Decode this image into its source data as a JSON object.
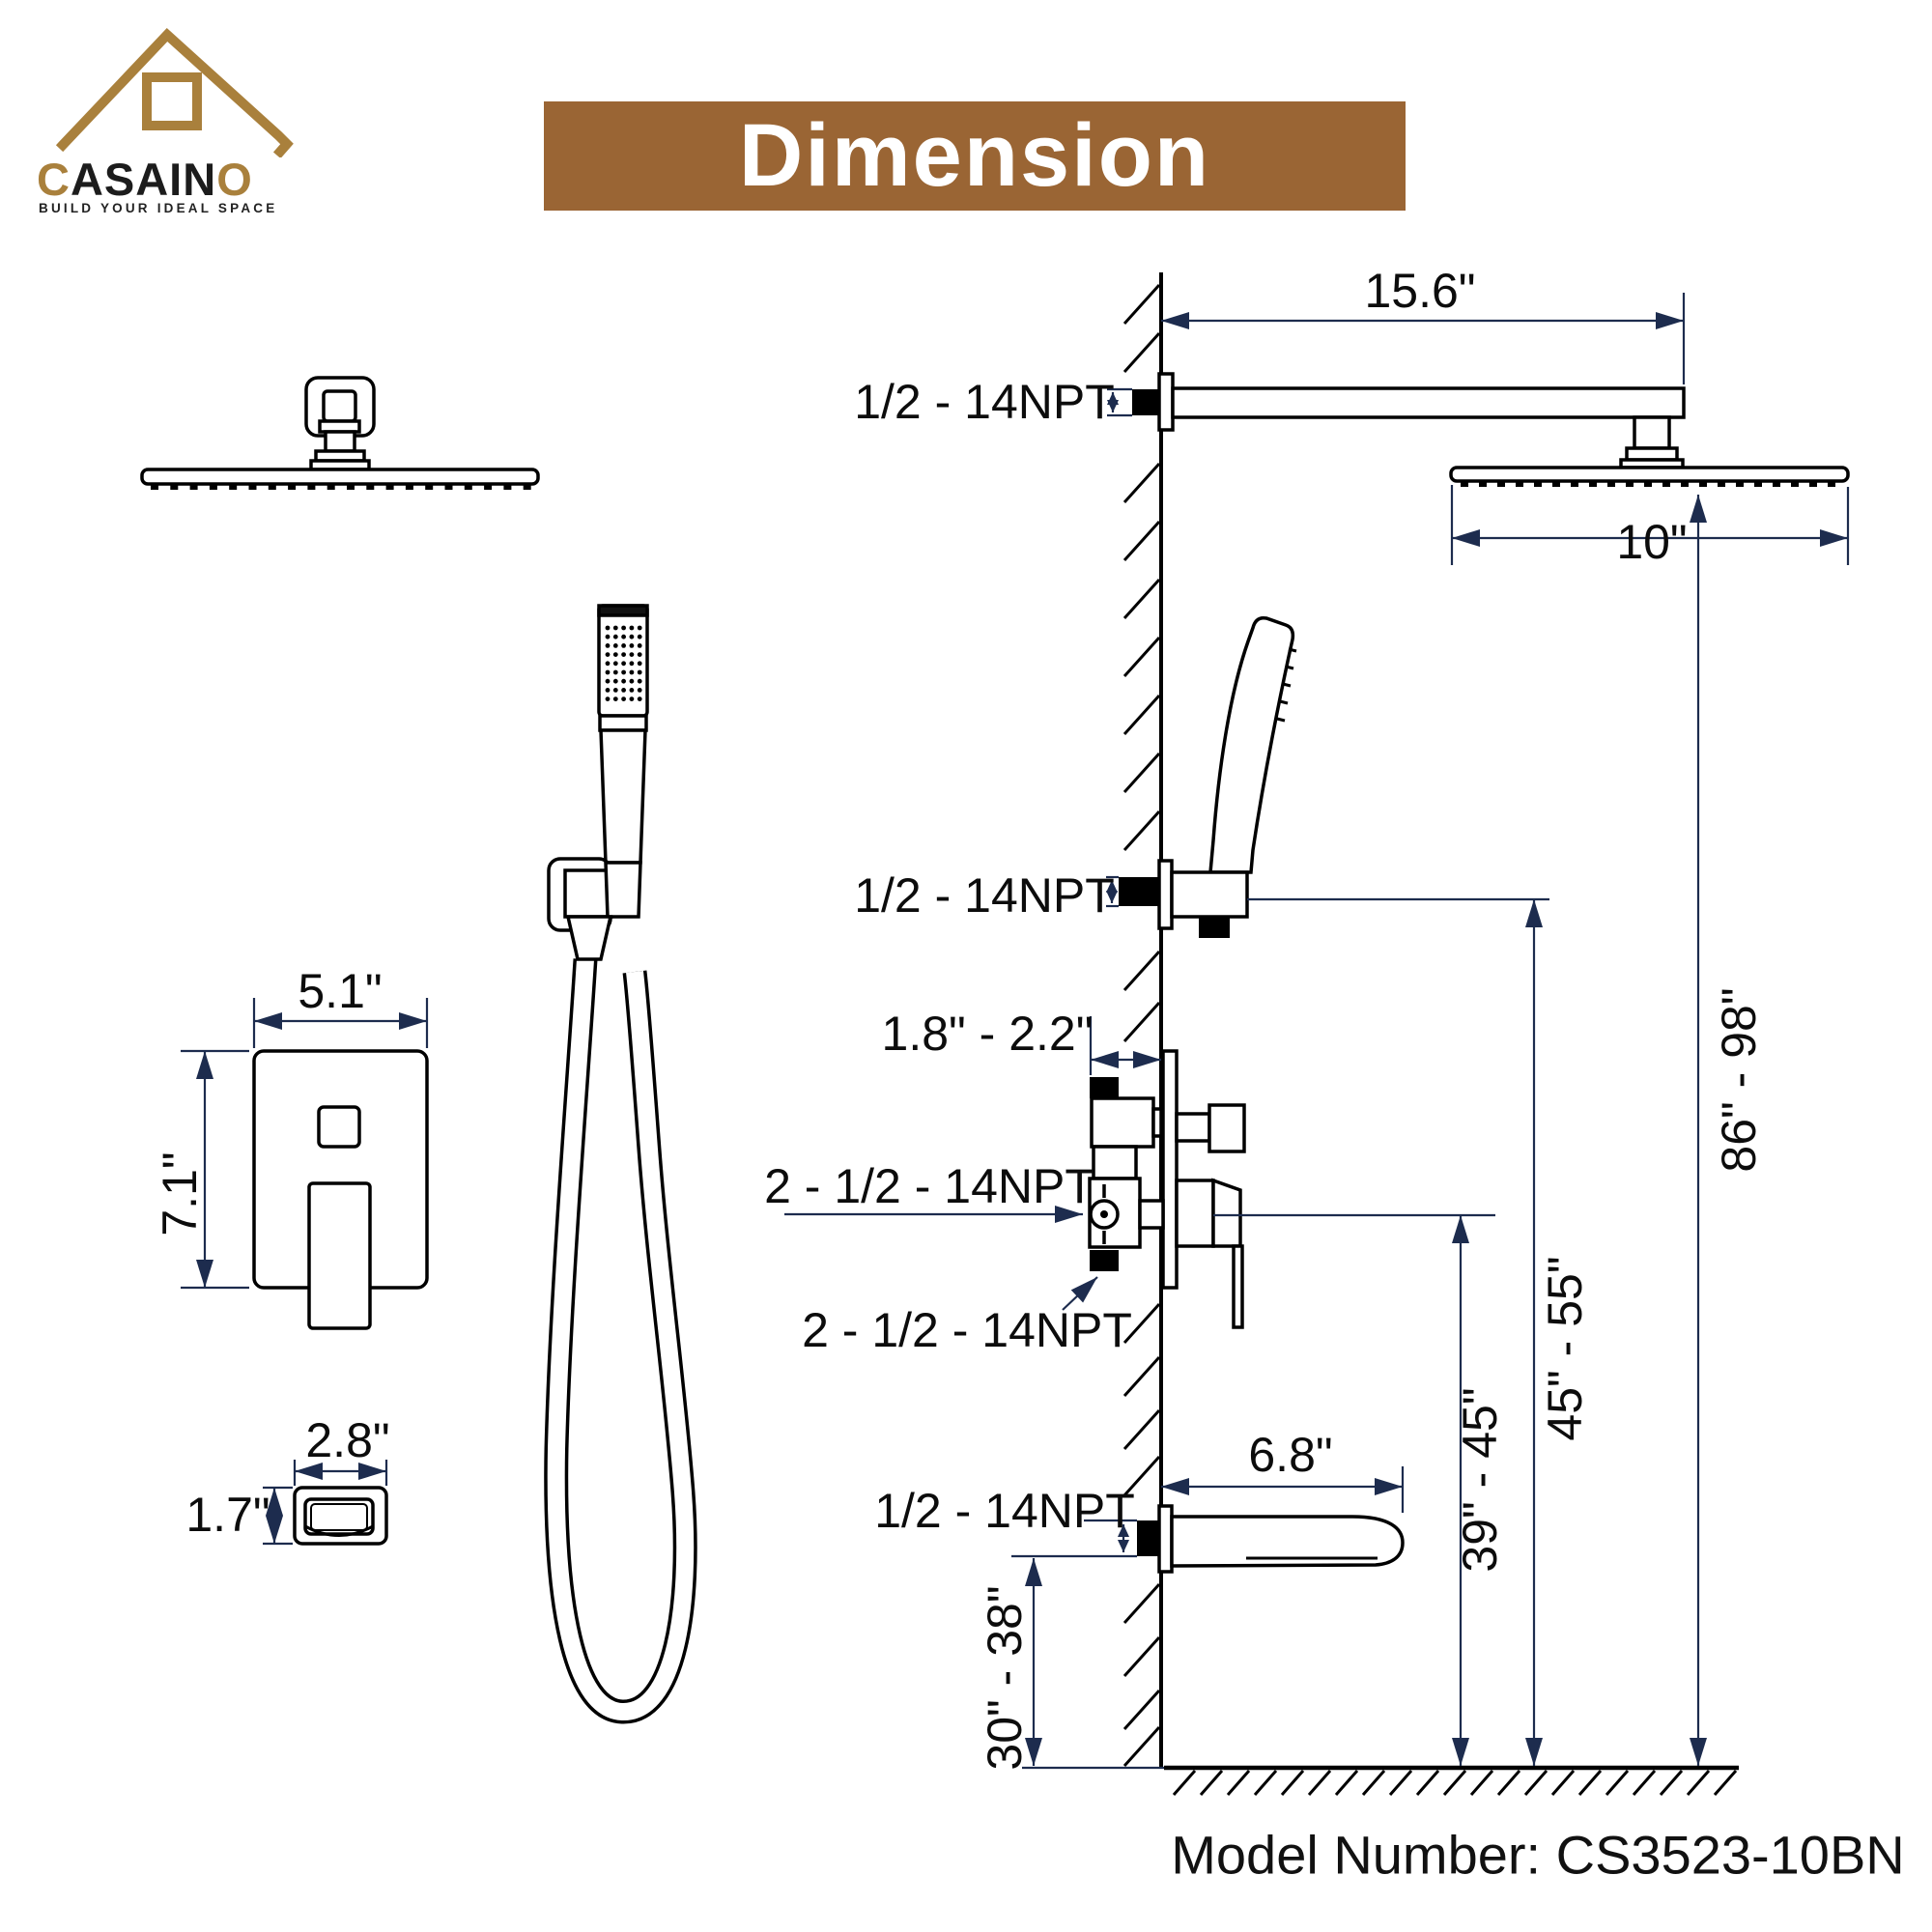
{
  "logo": {
    "brand_prefix": "C",
    "brand_mid": "ASAIN",
    "brand_suffix": "O",
    "tagline": "BUILD YOUR IDEAL SPACE",
    "logo_gold": "#a9803c"
  },
  "header": {
    "title": "Dimension",
    "banner_color": "#9a6534",
    "title_color": "#ffffff"
  },
  "dimensions": {
    "arm_length": "15.6\"",
    "shower_head_width": "10\"",
    "shower_arm_thread": "1/2 - 14NPT",
    "hand_shower_thread": "1/2 - 14NPT",
    "tub_spout_thread": "1/2 - 14NPT",
    "valve_rough_in_depth": "1.8\" - 2.2\"",
    "valve_side_threads": "2 - 1/2 - 14NPT",
    "valve_bottom_threads": "2 - 1/2 - 14NPT",
    "spout_reach": "6.8\"",
    "shower_head_height": "86\" - 98\"",
    "hand_shower_height": "45\" - 55\"",
    "valve_height": "39\" - 45\"",
    "spout_height": "30\" - 38\"",
    "valve_trim_width": "5.1\"",
    "valve_trim_height": "7.1\"",
    "spout_face_width": "2.8\"",
    "spout_face_height": "1.7\""
  },
  "footer": {
    "model": "Model Number: CS3523-10BN"
  },
  "colors": {
    "line": "#000000",
    "dimension_line": "#1d2c4e",
    "text": "#0c0c0c"
  }
}
